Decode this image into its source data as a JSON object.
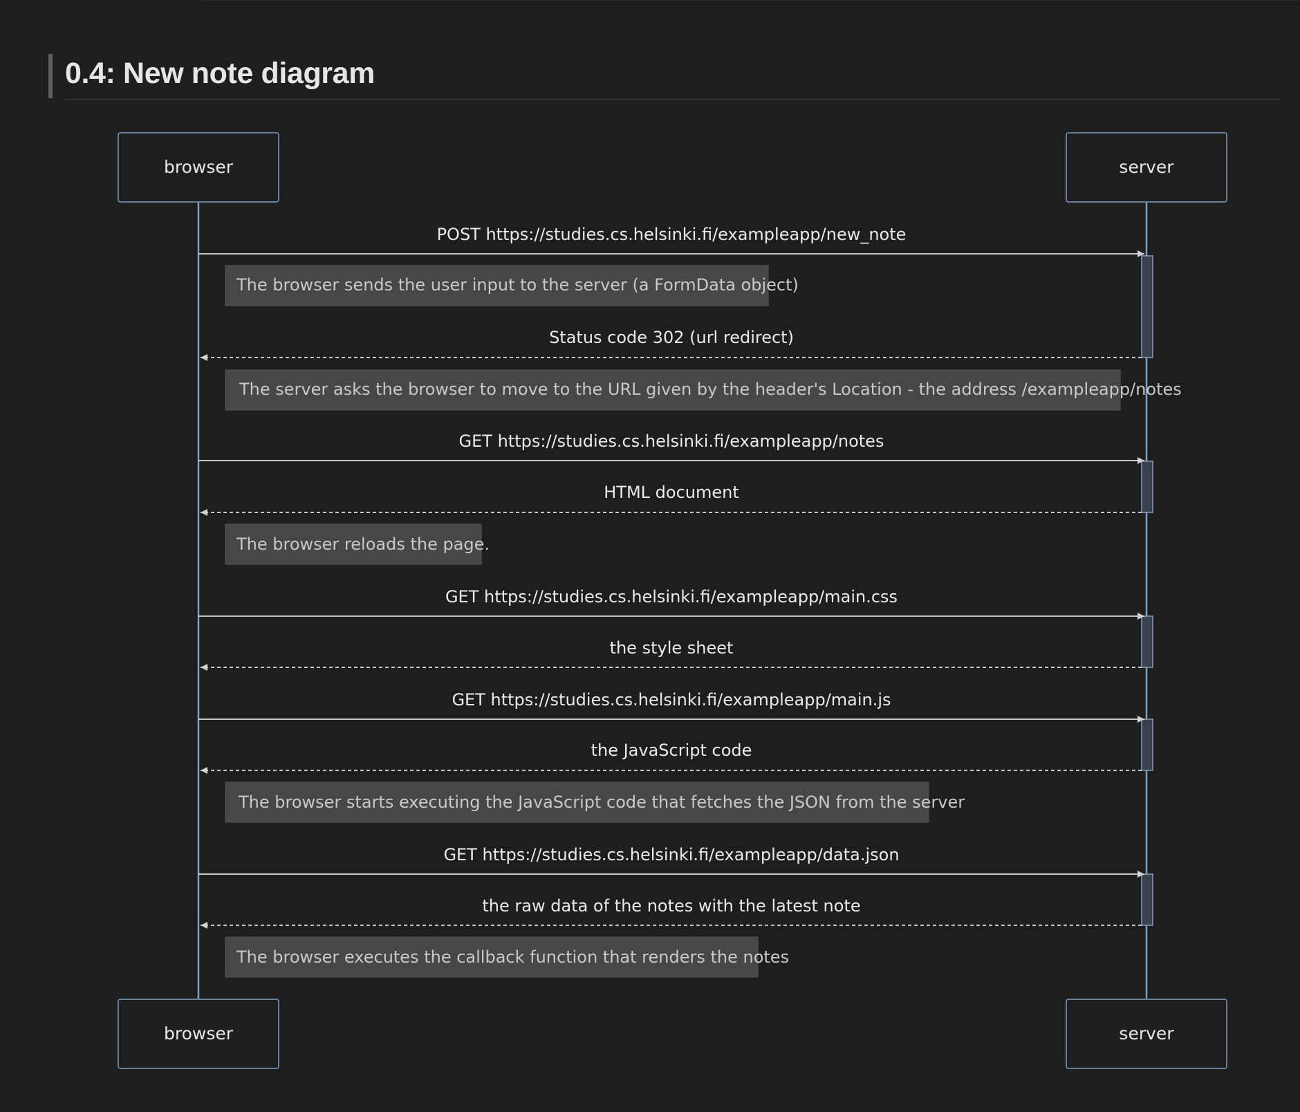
{
  "page": {
    "title": "0.4: New note diagram"
  },
  "diagram": {
    "type": "sequence",
    "participants": [
      {
        "id": "browser",
        "label": "browser"
      },
      {
        "id": "server",
        "label": "server"
      }
    ],
    "steps": [
      {
        "kind": "message",
        "from": "browser",
        "to": "server",
        "style": "solid",
        "text": "POST https://studies.cs.helsinki.fi/exampleapp/new_note"
      },
      {
        "kind": "note",
        "text": "The browser sends the user input to the server (a FormData object)"
      },
      {
        "kind": "message",
        "from": "server",
        "to": "browser",
        "style": "dashed",
        "text": "Status code 302 (url redirect)"
      },
      {
        "kind": "note",
        "text": "The server asks the browser to move to the URL given by the header's Location - the address /exampleapp/notes"
      },
      {
        "kind": "message",
        "from": "browser",
        "to": "server",
        "style": "solid",
        "text": "GET https://studies.cs.helsinki.fi/exampleapp/notes"
      },
      {
        "kind": "message",
        "from": "server",
        "to": "browser",
        "style": "dashed",
        "text": "HTML document"
      },
      {
        "kind": "note",
        "text": "The browser reloads the page."
      },
      {
        "kind": "message",
        "from": "browser",
        "to": "server",
        "style": "solid",
        "text": "GET https://studies.cs.helsinki.fi/exampleapp/main.css"
      },
      {
        "kind": "message",
        "from": "server",
        "to": "browser",
        "style": "dashed",
        "text": "the style sheet"
      },
      {
        "kind": "message",
        "from": "browser",
        "to": "server",
        "style": "solid",
        "text": "GET https://studies.cs.helsinki.fi/exampleapp/main.js"
      },
      {
        "kind": "message",
        "from": "server",
        "to": "browser",
        "style": "dashed",
        "text": "the JavaScript code"
      },
      {
        "kind": "note",
        "text": "The browser starts executing the JavaScript code that fetches the JSON from the server"
      },
      {
        "kind": "message",
        "from": "browser",
        "to": "server",
        "style": "solid",
        "text": "GET https://studies.cs.helsinki.fi/exampleapp/data.json"
      },
      {
        "kind": "message",
        "from": "server",
        "to": "browser",
        "style": "dashed",
        "text": "the raw data of the notes with the latest note"
      },
      {
        "kind": "note",
        "text": "The browser executes the callback function that renders the notes"
      }
    ]
  }
}
